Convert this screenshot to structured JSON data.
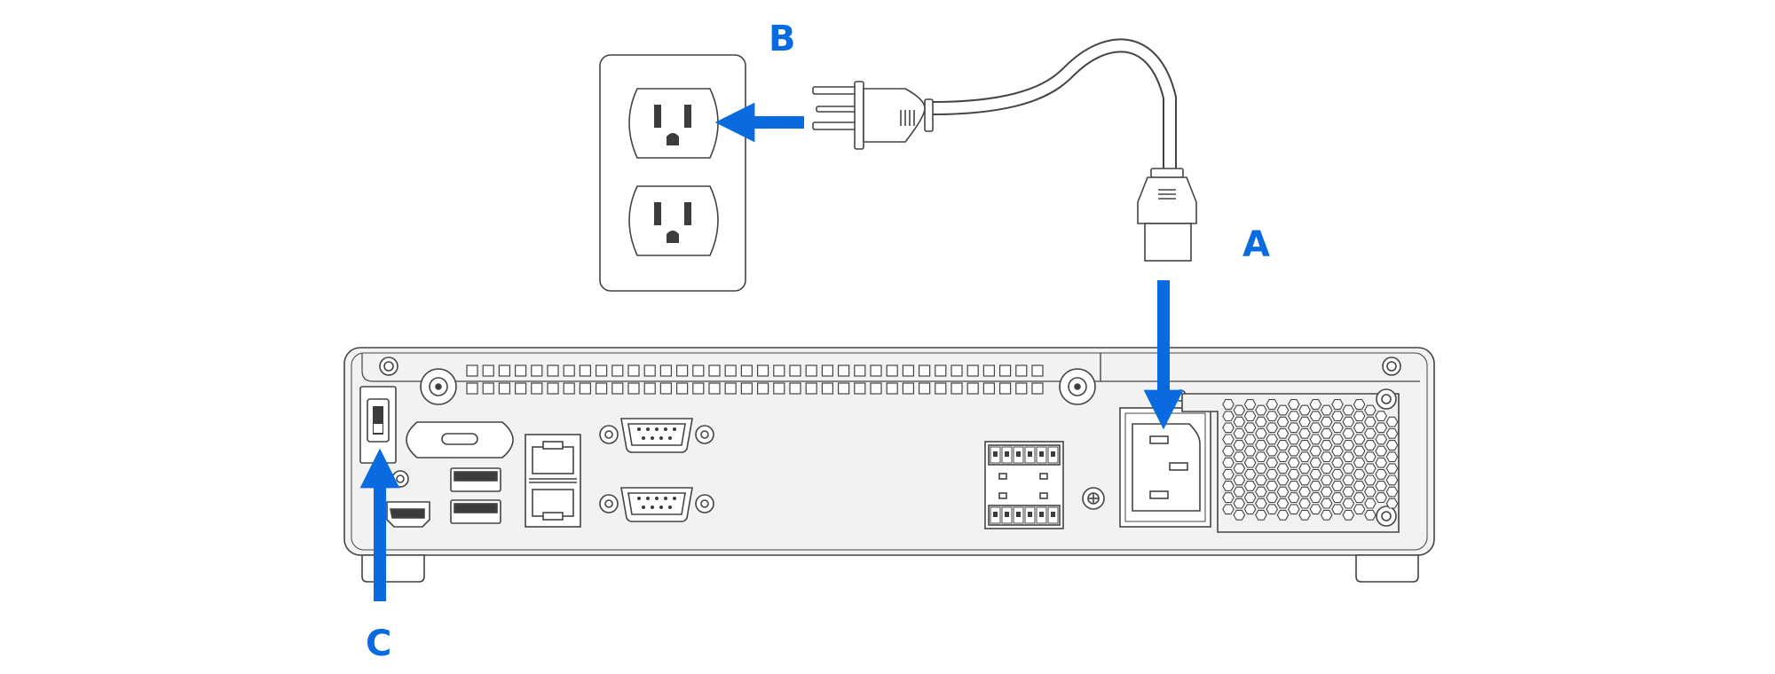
{
  "callouts": {
    "a": "A",
    "b": "B",
    "c": "C"
  },
  "colors": {
    "accent": "#0a6be0",
    "line": "#444444",
    "panel": "#f2f2f2",
    "dark": "#3c3c3c",
    "white": "#ffffff"
  },
  "icons": {
    "outlet": "wall-outlet-icon",
    "plug": "power-plug-icon",
    "connector": "iec-connector-icon",
    "switch": "power-switch-icon"
  }
}
